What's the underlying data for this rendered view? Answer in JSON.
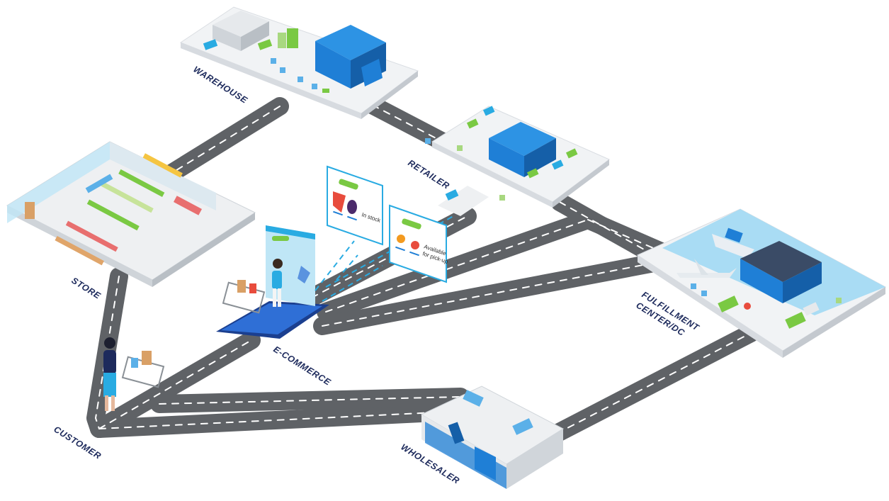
{
  "labels": {
    "warehouse": "WAREHOUSE",
    "retailer": "RETAILER",
    "store": "STORE",
    "ecommerce": "E-COMMERCE",
    "fulfillment_line1": "FULFILLMENT",
    "fulfillment_line2": "CENTER/DC",
    "customer": "CUSTOMER",
    "wholesaler": "WHOLESALER"
  },
  "cards": {
    "in_stock": "In stock",
    "available_line1": "Available",
    "available_line2": "for pick-up"
  },
  "colors": {
    "road": "#5f6266",
    "road_dash": "#ffffff",
    "building_blue": "#1f7fd6",
    "building_blue_dark": "#155fa8",
    "platform": "#f1f3f5",
    "accent_green": "#7ac943",
    "accent_cyan": "#29abe2",
    "label": "#1d2a5c"
  }
}
